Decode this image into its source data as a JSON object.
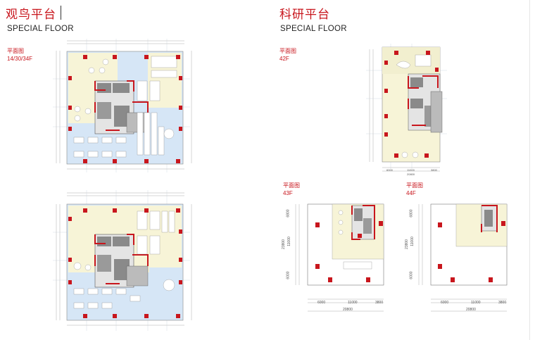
{
  "sections": {
    "left": {
      "title": "观鸟平台",
      "subtitle": "SPECIAL FLOOR",
      "plan_label": "平面图",
      "floors": "14/30/34F"
    },
    "right": {
      "title": "科研平台",
      "subtitle": "SPECIAL FLOOR",
      "plan_label": "平面图",
      "floors": "42F"
    }
  },
  "plans": {
    "f43": {
      "label": "平面图",
      "floor": "43F",
      "dims": [
        "6000",
        "11000",
        "3800"
      ],
      "total": "20800",
      "side": [
        "6800",
        "11000",
        "6000"
      ],
      "overall": "23800"
    },
    "f44": {
      "label": "平面图",
      "floor": "44F",
      "dims": [
        "6000",
        "11000",
        "3800"
      ],
      "total": "20800",
      "side": [
        "6800",
        "11000",
        "6000"
      ],
      "overall": "23800"
    },
    "f42": {
      "top": [
        "6000",
        "11000",
        "3800"
      ],
      "total": "20800"
    }
  },
  "colors": {
    "accent": "#c8161d",
    "blue_zone": "#d6e6f6",
    "cream_zone": "#f7f4d7",
    "core_gray": "#8a8a8a"
  }
}
